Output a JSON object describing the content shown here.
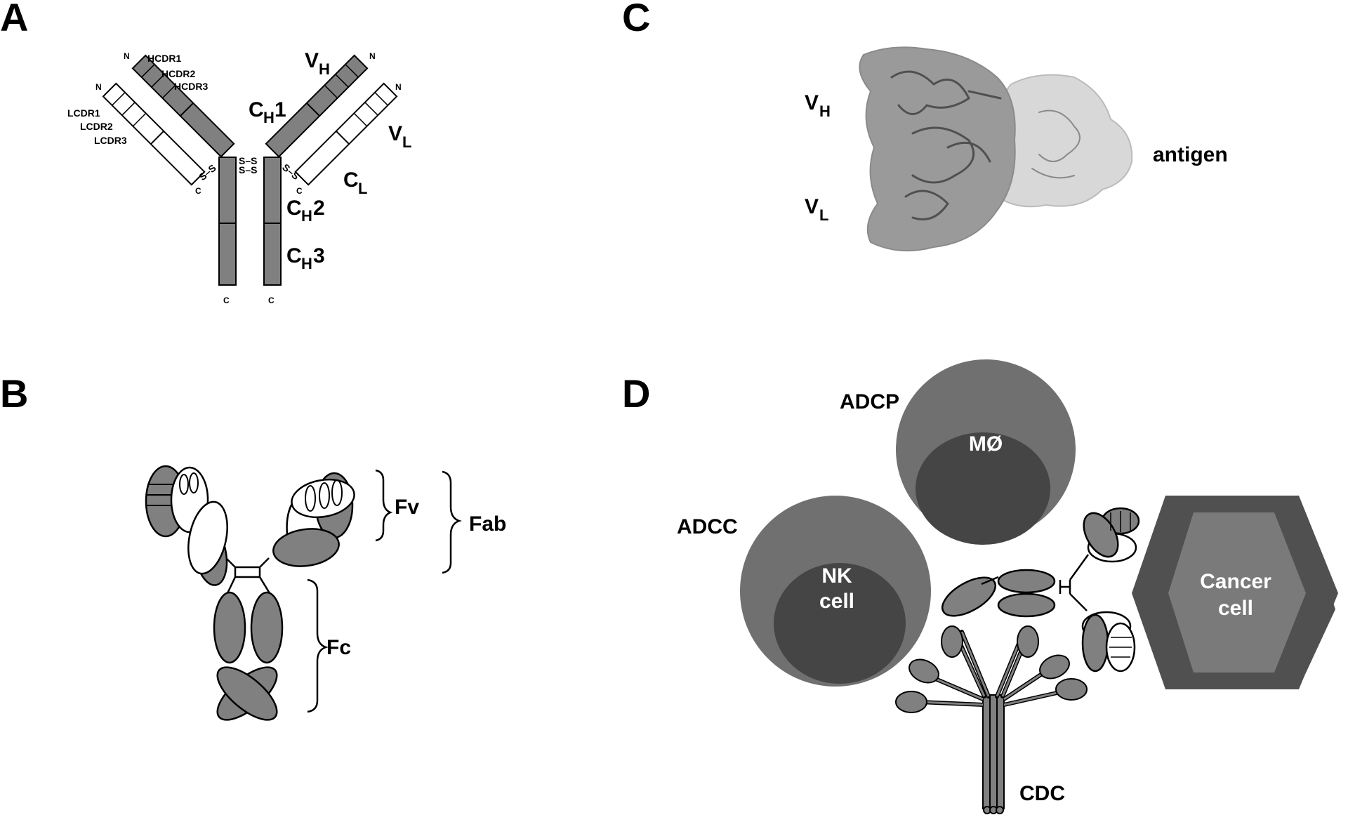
{
  "panels": {
    "a": "A",
    "b": "B",
    "c": "C",
    "d": "D"
  },
  "panel_a": {
    "n_terminus": "N",
    "c_terminus": "C",
    "disulfide": "S–S",
    "hcdr": [
      "HCDR1",
      "HCDR2",
      "HCDR3"
    ],
    "lcdr": [
      "LCDR1",
      "LCDR2",
      "LCDR3"
    ],
    "vh": {
      "base": "V",
      "sub": "H"
    },
    "vl": {
      "base": "V",
      "sub": "L"
    },
    "ch1": {
      "base": "C",
      "sub": "H",
      "tail": "1"
    },
    "cl": {
      "base": "C",
      "sub": "L"
    },
    "ch2": {
      "base": "C",
      "sub": "H",
      "tail": "2"
    },
    "ch3": {
      "base": "C",
      "sub": "H",
      "tail": "3"
    }
  },
  "panel_b": {
    "fv": "Fv",
    "fab": "Fab",
    "fc": "Fc"
  },
  "panel_c": {
    "vh": {
      "base": "V",
      "sub": "H"
    },
    "vl": {
      "base": "V",
      "sub": "L"
    },
    "antigen": "antigen"
  },
  "panel_d": {
    "adcp": "ADCP",
    "adcc": "ADCC",
    "cdc": "CDC",
    "macrophage": "MØ",
    "nk_line1": "NK",
    "nk_line2": "cell",
    "cancer_line1": "Cancer",
    "cancer_line2": "cell"
  },
  "colors": {
    "domain_fill": "#808080",
    "cell_outer": "#707070",
    "cell_inner": "#454545",
    "cancer_outer": "#505050",
    "cancer_inner": "#7a7a7a"
  }
}
